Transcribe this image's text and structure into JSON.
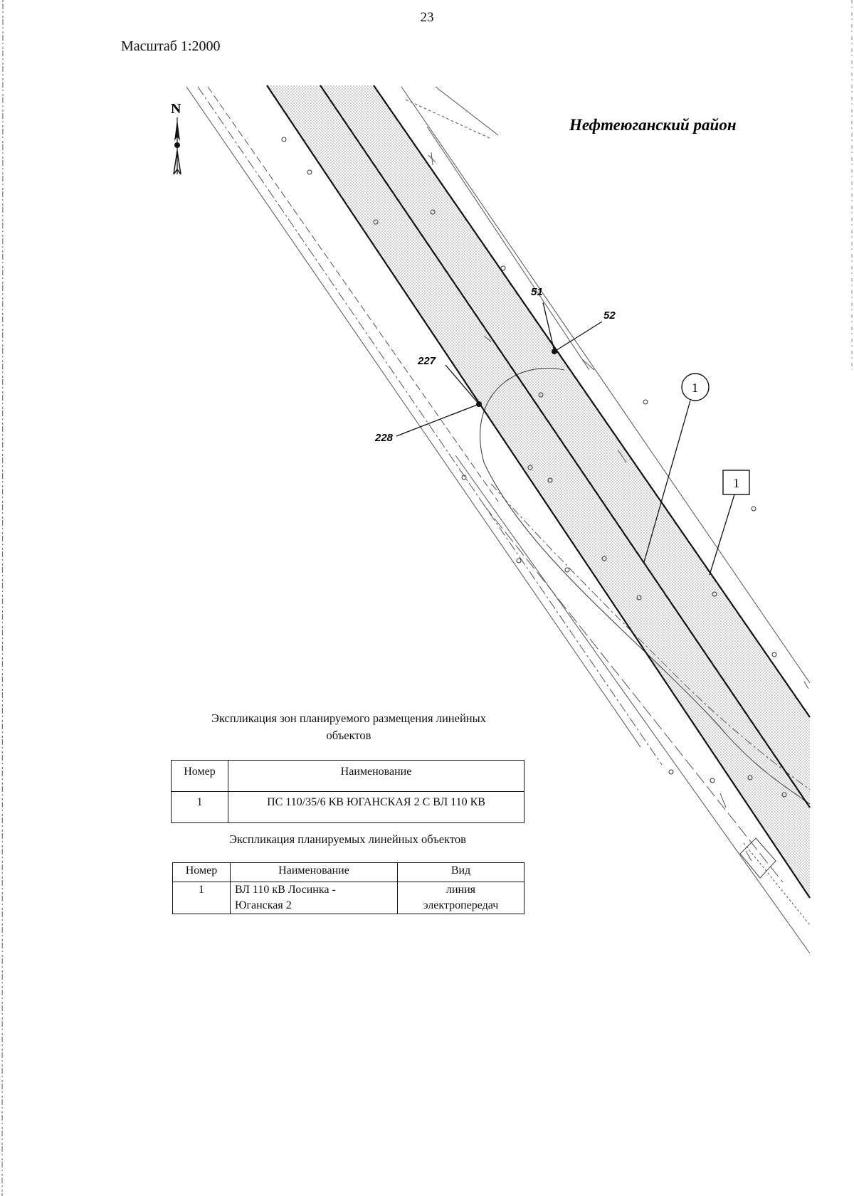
{
  "page": {
    "number": "23",
    "scale": "Масштаб 1:2000"
  },
  "map": {
    "north_label": "N",
    "region": "Нефтеюганский район",
    "points": {
      "p51": "51",
      "p52": "52",
      "p227": "227",
      "p228": "228"
    },
    "zone_callout": "1",
    "object_callout": "1",
    "colors": {
      "ink": "#111111",
      "corridor_fill": "#c8c8c8",
      "thin_line": "#555555"
    }
  },
  "zones_table": {
    "title_line1": "Экспликация зон планируемого размещения линейных",
    "title_line2": "объектов",
    "headers": {
      "number": "Номер",
      "name": "Наименование"
    },
    "rows": [
      {
        "number": "1",
        "name": "ПС 110/35/6 КВ ЮГАНСКАЯ 2 С ВЛ 110 КВ"
      }
    ]
  },
  "objects_table": {
    "title": "Экспликация планируемых линейных объектов",
    "headers": {
      "number": "Номер",
      "name": "Наименование",
      "kind": "Вид"
    },
    "rows": [
      {
        "number": "1",
        "name_line1": "ВЛ 110 кВ Лосинка -",
        "name_line2": "Юганская 2",
        "kind_line1": "линия",
        "kind_line2": "электропередач"
      }
    ]
  }
}
